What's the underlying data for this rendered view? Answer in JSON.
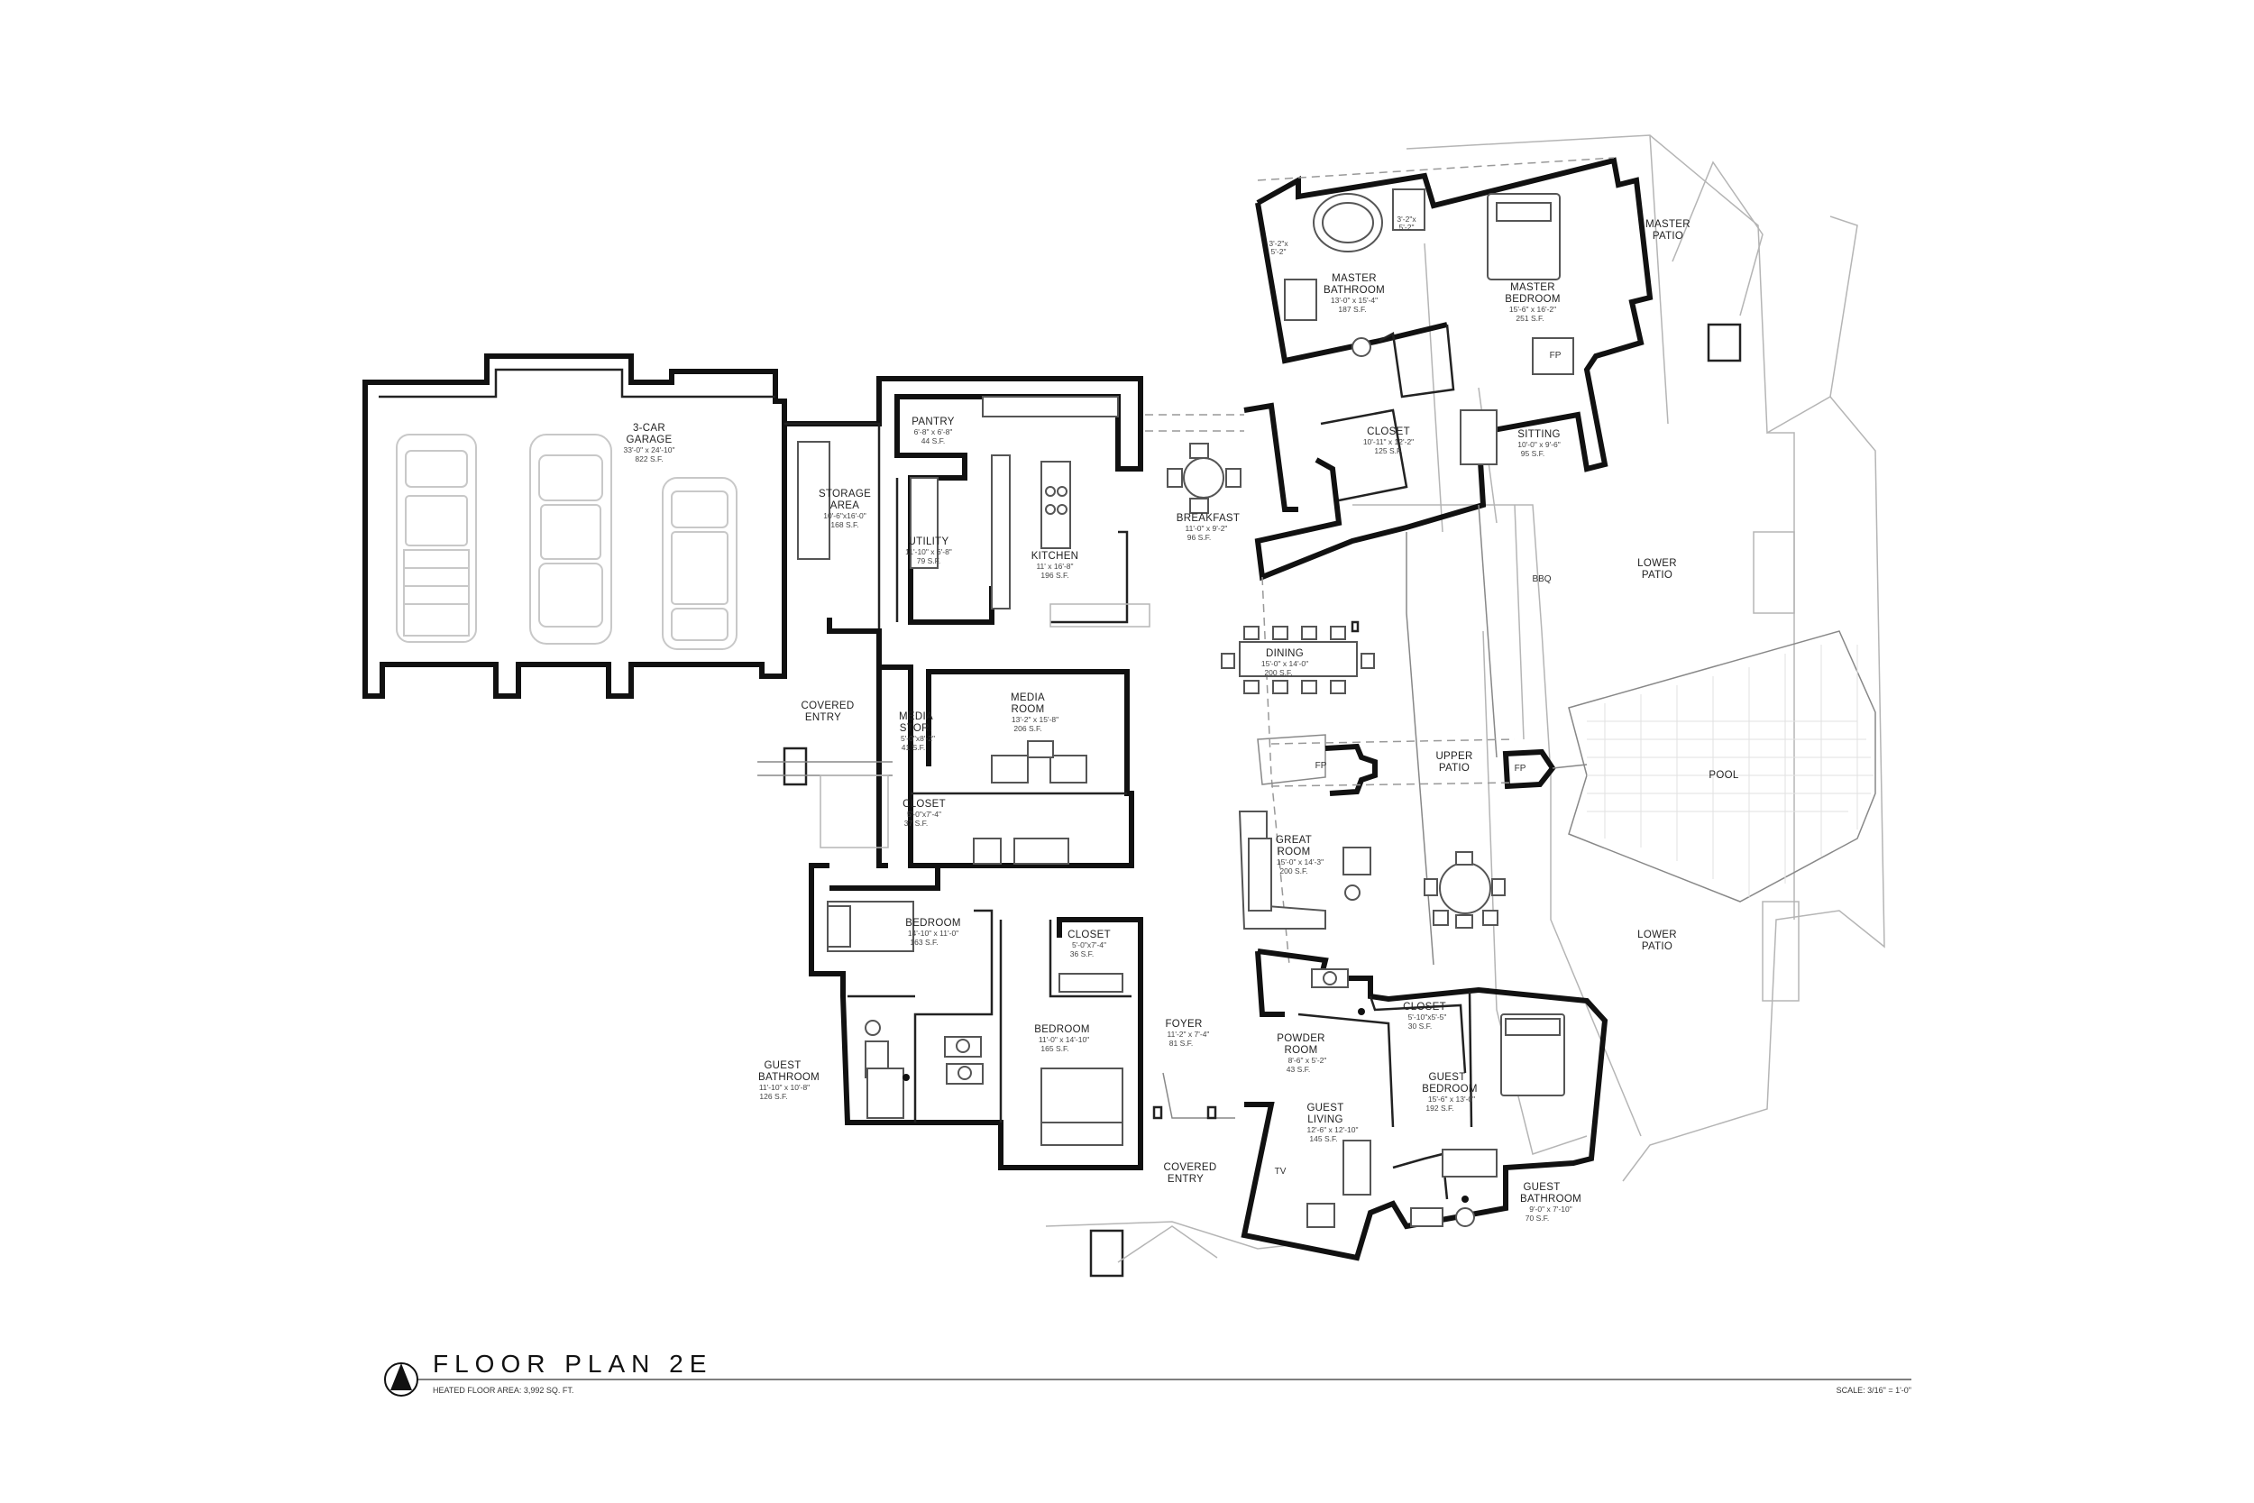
{
  "title": "FLOOR PLAN 2E",
  "heated_area": "HEATED FLOOR AREA: 3,992 SQ. FT.",
  "scale": "SCALE: 3/16\" = 1'-0\"",
  "rooms": {
    "garage": {
      "name_1": "3-CAR",
      "name_2": "GARAGE",
      "dims": "33'-0\" x 24'-10\"",
      "area": "822 S.F."
    },
    "storage": {
      "name_1": "STORAGE",
      "name_2": "AREA",
      "dims": "10'-6\"x16'-0\"",
      "area": "168 S.F."
    },
    "pantry": {
      "name": "PANTRY",
      "dims": "6'-8\" x 6'-8\"",
      "area": "44 S.F."
    },
    "utility": {
      "name": "UTILITY",
      "dims": "11'-10\" x 6'-8\"",
      "area": "79 S.F."
    },
    "kitchen": {
      "name": "KITCHEN",
      "dims": "11' x 16'-8\"",
      "area": "196 S.F."
    },
    "breakfast": {
      "name": "BREAKFAST",
      "dims": "11'-0\" x 9'-2\"",
      "area": "96 S.F."
    },
    "master_bath": {
      "name_1": "MASTER",
      "name_2": "BATHROOM",
      "dims": "13'-0\" x 15'-4\"",
      "area": "187 S.F."
    },
    "master_bed": {
      "name_1": "MASTER",
      "name_2": "BEDROOM",
      "dims": "15'-6\" x 16'-2\"",
      "area": "251 S.F."
    },
    "master_patio": {
      "name_1": "MASTER",
      "name_2": "PATIO"
    },
    "closet_master": {
      "name": "CLOSET",
      "dims": "10'-11\" x 12'-2\"",
      "area": "125 S.F."
    },
    "sitting": {
      "name": "SITTING",
      "dims": "10'-0\" x 9'-6\"",
      "area": "95 S.F."
    },
    "lower_patio_1": {
      "name_1": "LOWER",
      "name_2": "PATIO"
    },
    "lower_patio_2": {
      "name_1": "LOWER",
      "name_2": "PATIO"
    },
    "bbq": {
      "name": "BBQ"
    },
    "dining": {
      "name": "DINING",
      "dims": "15'-0\" x 14'-0\"",
      "area": "200 S.F."
    },
    "covered_entry_1": {
      "name_1": "COVERED",
      "name_2": "ENTRY"
    },
    "media_stor": {
      "name_1": "MEDIA",
      "name_2": "STOR.",
      "dims": "5'-0\"x8'-2\"",
      "area": "41 S.F."
    },
    "media_room": {
      "name_1": "MEDIA",
      "name_2": "ROOM",
      "dims": "13'-2\" x 15'-8\"",
      "area": "206 S.F."
    },
    "closet_media": {
      "name": "CLOSET",
      "dims": "5'-0\"x7'-4\"",
      "area": "37 S.F."
    },
    "upper_patio": {
      "name_1": "UPPER",
      "name_2": "PATIO"
    },
    "fp": "FP",
    "pool": {
      "name": "POOL"
    },
    "great_room": {
      "name_1": "GREAT",
      "name_2": "ROOM",
      "dims": "15'-0\" x 14'-3\"",
      "area": "200 S.F."
    },
    "bedroom_1": {
      "name": "BEDROOM",
      "dims": "14'-10\" x 11'-0\"",
      "area": "163 S.F."
    },
    "closet_bed2": {
      "name": "CLOSET",
      "dims": "5'-0\"x7'-4\"",
      "area": "36 S.F."
    },
    "bedroom_2": {
      "name": "BEDROOM",
      "dims": "11'-0\" x 14'-10\"",
      "area": "165 S.F."
    },
    "guest_bath_1": {
      "name_1": "GUEST",
      "name_2": "BATHROOM",
      "dims": "11'-10\" x 10'-8\"",
      "area": "126 S.F."
    },
    "foyer": {
      "name": "FOYER",
      "dims": "11'-2\" x 7'-4\"",
      "area": "81 S.F."
    },
    "powder": {
      "name_1": "POWDER",
      "name_2": "ROOM",
      "dims": "8'-6\" x 5'-2\"",
      "area": "43 S.F."
    },
    "closet_guest": {
      "name": "CLOSET",
      "dims": "5'-10\"x5'-5\"",
      "area": "30 S.F."
    },
    "guest_bed": {
      "name_1": "GUEST",
      "name_2": "BEDROOM",
      "dims": "15'-6\" x 13'-0\"",
      "area": "192 S.F."
    },
    "guest_living": {
      "name_1": "GUEST",
      "name_2": "LIVING",
      "dims": "12'-6\" x 12'-10\"",
      "area": "145 S.F."
    },
    "tv": "TV",
    "covered_entry_2": {
      "name_1": "COVERED",
      "name_2": "ENTRY"
    },
    "guest_bath_2": {
      "name_1": "GUEST",
      "name_2": "BATHROOM",
      "dims": "9'-0\" x 7'-10\"",
      "area": "70 S.F."
    },
    "small_a": {
      "dims_1": "3'-2\"x",
      "dims_2": "5'-2\""
    },
    "small_b": {
      "dims_1": "3'-2\"x",
      "dims_2": "5'-2\""
    }
  }
}
